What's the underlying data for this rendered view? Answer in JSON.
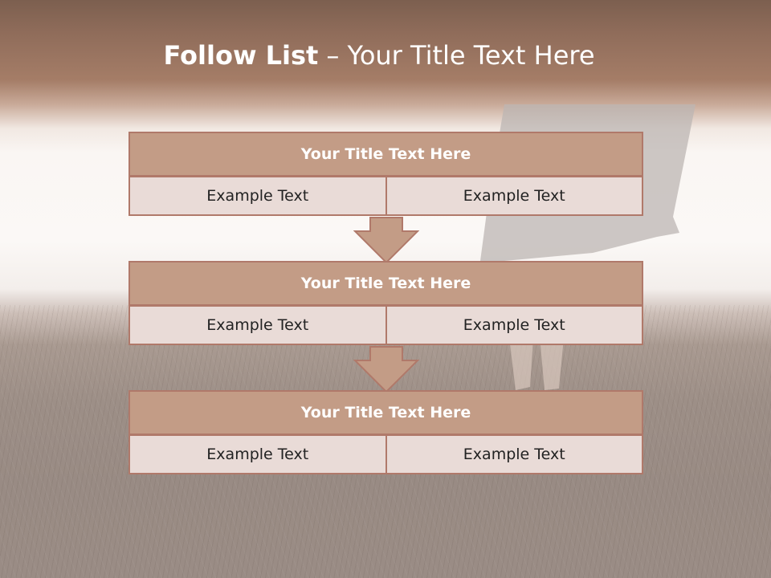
{
  "title": {
    "bold": "Follow List",
    "dash": "–",
    "rest": "Your Title Text Here"
  },
  "blocks": [
    {
      "header": "Your Title Text Here",
      "left": "Example Text",
      "right": "Example Text"
    },
    {
      "header": "Your Title Text Here",
      "left": "Example Text",
      "right": "Example Text"
    },
    {
      "header": "Your Title Text Here",
      "left": "Example Text",
      "right": "Example Text"
    }
  ],
  "colors": {
    "header_fill": "#c39c86",
    "cell_fill": "#e9dbd7",
    "border": "#b0796a",
    "arrow_fill": "#c39c86"
  }
}
